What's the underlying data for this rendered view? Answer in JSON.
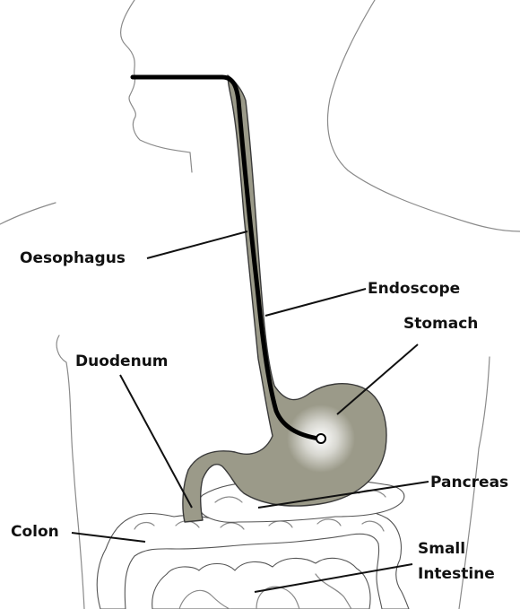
{
  "diagram": {
    "labels": {
      "oesophagus": "Oesophagus",
      "endoscope": "Endoscope",
      "stomach": "Stomach",
      "duodenum": "Duodenum",
      "pancreas": "Pancreas",
      "colon": "Colon",
      "small_intestine_line1": "Small",
      "small_intestine_line2": "Intestine"
    },
    "colors": {
      "organ_fill": "#9b9a89",
      "endoscope": "#000000",
      "outline": "#8a8a8a",
      "background": "#ffffff"
    }
  }
}
